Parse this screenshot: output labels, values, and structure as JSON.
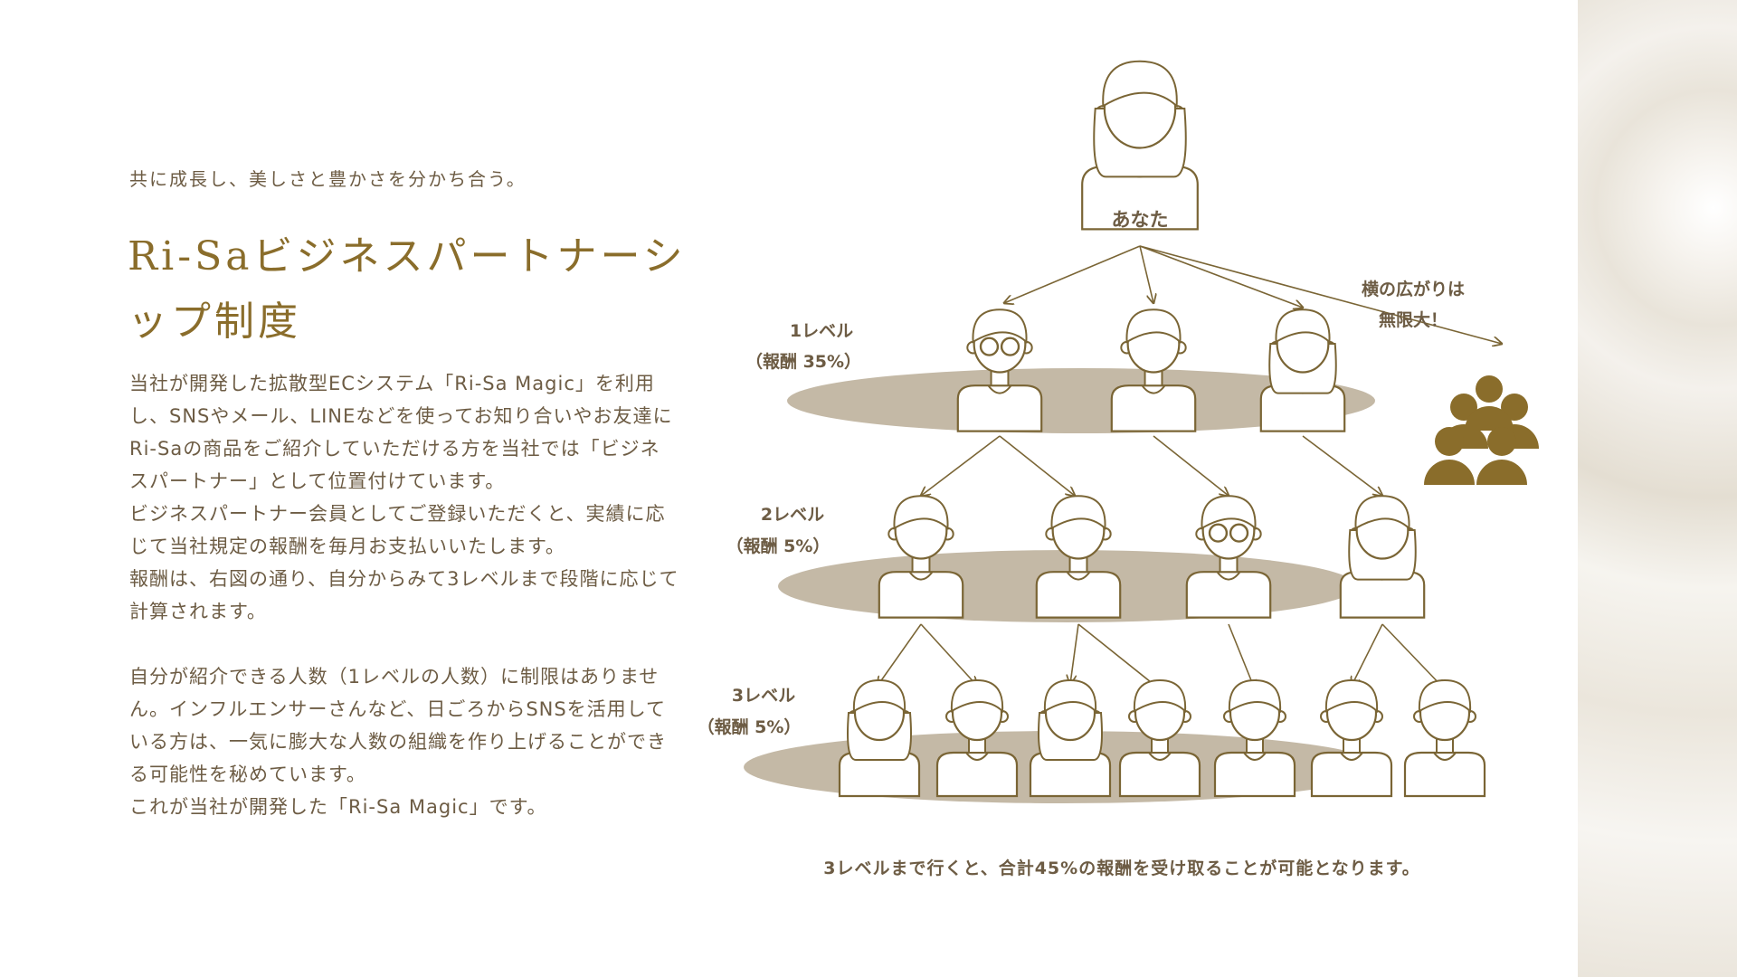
{
  "tagline": "共に成長し、美しさと豊かさを分かち合う。",
  "title": "Ri-Saビジネスパートナーシップ制度",
  "body": [
    "当社が開発した拡散型ECシステム「Ri-Sa Magic」を利用し、SNSやメール、LINEなどを使ってお知り合いやお友達にRi-Saの商品をご紹介していただける方を当社では「ビジネスパートナー」として位置付けています。",
    "ビジネスパートナー会員としてご登録いただくと、実績に応じて当社規定の報酬を毎月お支払いいたします。",
    "報酬は、右図の通り、自分からみて3レベルまで段階に応じて計算されます。",
    "",
    "自分が紹介できる人数（1レベルの人数）に制限はありません。インフルエンサーさんなど、日ごろからSNSを活用している方は、一気に膨大な人数の組織を作り上げることができる可能性を秘めています。",
    "これが当社が開発した「Ri-Sa Magic」です。"
  ],
  "diagram": {
    "top_label": "あなた",
    "levels": [
      {
        "name": "1レベル",
        "reward": "（報酬 35%）"
      },
      {
        "name": "2レベル",
        "reward": "（報酬 5%）"
      },
      {
        "name": "3レベル",
        "reward": "（報酬 5%）"
      }
    ],
    "side_note": [
      "横の広がりは",
      "無限大！"
    ],
    "footer": "3レベルまで行くと、合計45%の報酬を受け取ることが可能となります。"
  },
  "colors": {
    "accent": "#8a6d2b",
    "line": "#7a6535",
    "ellipse": "#c4b9a6",
    "text": "#6d5c44",
    "crowd": "#8a6d2b"
  }
}
